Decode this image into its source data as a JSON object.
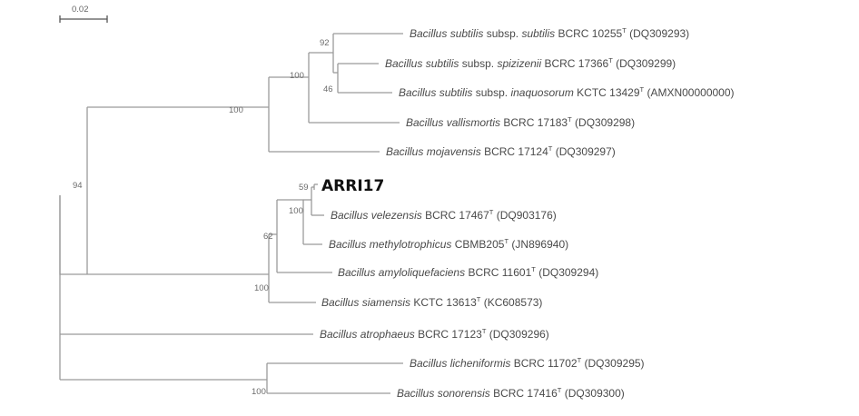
{
  "scale_bar": {
    "label": "0.02"
  },
  "query_label": "ARRI17",
  "leaves": [
    {
      "id": "subtilis",
      "genus": "Bacillus",
      "species": "subtilis",
      "subsp_word": "subsp.",
      "subsp": "subtilis",
      "strain": "BCRC 10255",
      "type_mark": "T",
      "accession": "(DQ309293)"
    },
    {
      "id": "spizizenii",
      "genus": "Bacillus",
      "species": "subtilis",
      "subsp_word": "subsp.",
      "subsp": "spizizenii",
      "strain": "BCRC 17366",
      "type_mark": "T",
      "accession": "(DQ309299)"
    },
    {
      "id": "inaquosorum",
      "genus": "Bacillus",
      "species": "subtilis",
      "subsp_word": "subsp.",
      "subsp": "inaquosorum",
      "strain": "KCTC 13429",
      "type_mark": "T",
      "accession": "(AMXN00000000)"
    },
    {
      "id": "vallismortis",
      "genus": "Bacillus",
      "species": "vallismortis",
      "strain": "BCRC 17183",
      "type_mark": "T",
      "accession": "(DQ309298)"
    },
    {
      "id": "mojavensis",
      "genus": "Bacillus",
      "species": "mojavensis",
      "strain": "BCRC 17124",
      "type_mark": "T",
      "accession": "(DQ309297)"
    },
    {
      "id": "velezensis",
      "genus": "Bacillus",
      "species": "velezensis",
      "strain": "BCRC 17467",
      "type_mark": "T",
      "accession": "(DQ903176)"
    },
    {
      "id": "methylotrophicus",
      "genus": "Bacillus",
      "species": "methylotrophicus",
      "strain": "CBMB205",
      "type_mark": "T",
      "accession": "(JN896940)"
    },
    {
      "id": "amyloliquefaciens",
      "genus": "Bacillus",
      "species": "amyloliquefaciens",
      "strain": "BCRC 11601",
      "type_mark": "T",
      "accession": "(DQ309294)"
    },
    {
      "id": "siamensis",
      "genus": "Bacillus",
      "species": "siamensis",
      "strain": "KCTC 13613",
      "type_mark": "T",
      "accession": "(KC608573)"
    },
    {
      "id": "atrophaeus",
      "genus": "Bacillus",
      "species": "atrophaeus",
      "strain": "BCRC 17123",
      "type_mark": "T",
      "accession": "(DQ309296)"
    },
    {
      "id": "licheniformis",
      "genus": "Bacillus",
      "species": "licheniformis",
      "strain": "BCRC 11702",
      "type_mark": "T",
      "accession": "(DQ309295)"
    },
    {
      "id": "sonorensis",
      "genus": "Bacillus",
      "species": "sonorensis",
      "strain": "BCRC 17416",
      "type_mark": "T",
      "accession": "(DQ309300)"
    }
  ],
  "bootstraps": {
    "b92": "92",
    "b46": "46",
    "b100_subtilis_group": "100",
    "b100_main": "100",
    "b94": "94",
    "b59": "59",
    "b100_velezensis": "100",
    "b62": "62",
    "b100_amylo_group": "100",
    "b100_licheniformis": "100"
  }
}
